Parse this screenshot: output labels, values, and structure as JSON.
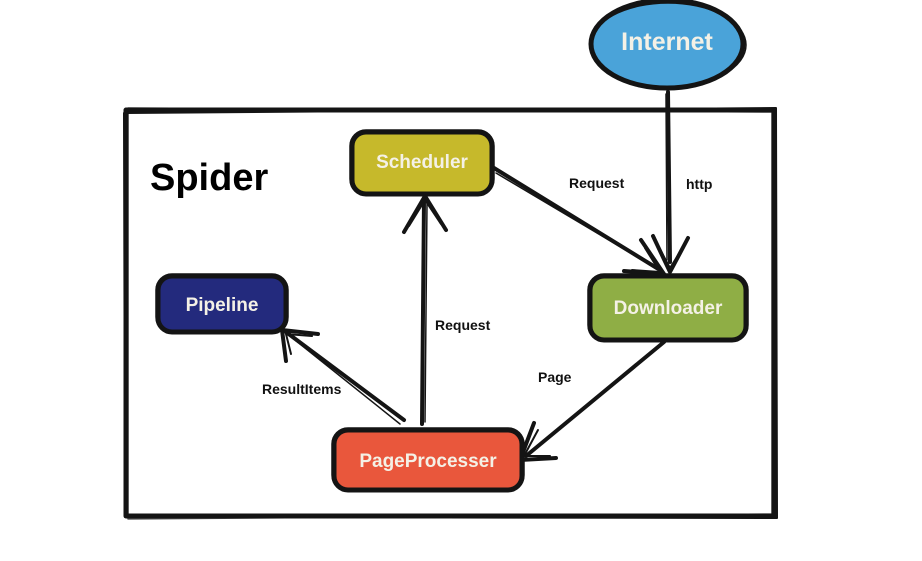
{
  "diagram": {
    "title": "Spider",
    "nodes": {
      "internet": {
        "label": "Internet",
        "color": "#4aa3d9"
      },
      "scheduler": {
        "label": "Scheduler",
        "color": "#c6b92b"
      },
      "pipeline": {
        "label": "Pipeline",
        "color": "#232a7d"
      },
      "downloader": {
        "label": "Downloader",
        "color": "#8fae45"
      },
      "pageprocesser": {
        "label": "PageProcesser",
        "color": "#e9573c"
      }
    },
    "edges": {
      "internet_to_downloader": "http",
      "scheduler_to_downloader": "Request",
      "downloader_to_pageprocesser": "Page",
      "pageprocesser_to_scheduler": "Request",
      "pageprocesser_to_pipeline": "ResultItems"
    }
  }
}
